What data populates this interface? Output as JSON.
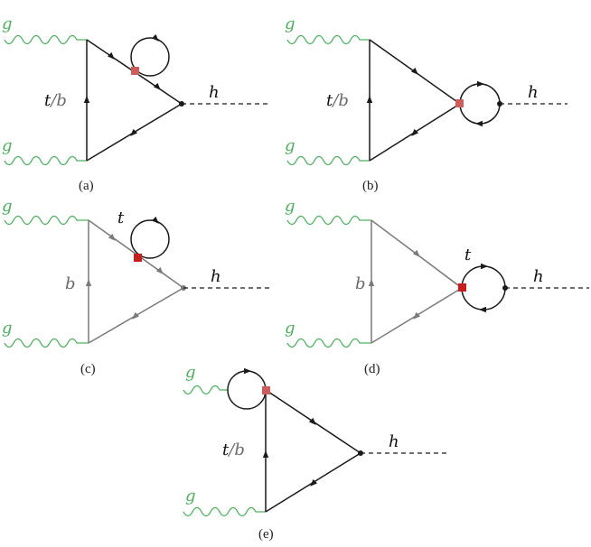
{
  "labels": {
    "gluon": "g",
    "higgs": "h",
    "quark_tb_t": "t",
    "quark_tb_slash": "/",
    "quark_tb_b": "b",
    "top": "t",
    "bottom": "b"
  },
  "captions": {
    "a": "(a)",
    "b": "(b)",
    "c": "(c)",
    "d": "(d)",
    "e": "(e)"
  },
  "colors": {
    "gluon": "#4fae60",
    "vertex_light": "#cd5c5c",
    "vertex_dark": "#c41e1e",
    "fermion_dark": "#1a1a1a",
    "fermion_gray": "#7a7a7a"
  }
}
